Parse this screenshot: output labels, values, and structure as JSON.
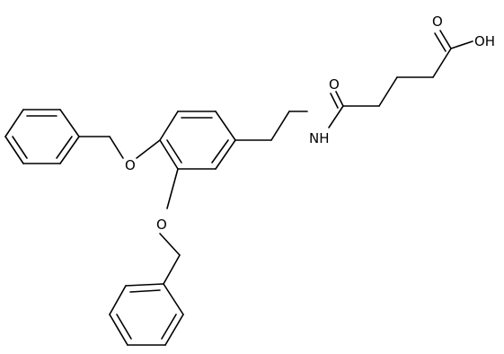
{
  "molecule": {
    "atom_labels": {
      "amide_oxygen": "O",
      "amide_nitrogen": "NH",
      "acid_carbonyl_oxygen": "O",
      "acid_hydroxyl": "OH",
      "ether_oxygen_upper": "O",
      "ether_oxygen_lower": "O"
    }
  },
  "colors": {
    "bond": "#000000",
    "label": "#000000",
    "background": "#ffffff"
  }
}
